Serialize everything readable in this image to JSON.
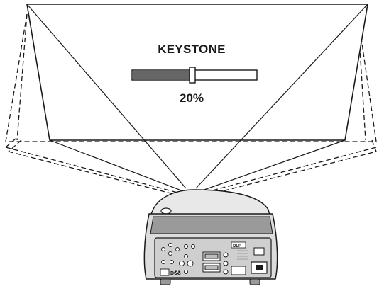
{
  "osd": {
    "title": "KEYSTONE",
    "value_label": "20%",
    "slider_fraction": 0.48
  },
  "projector": {
    "badge_text": "DLP",
    "port_label": "DCS"
  },
  "colors": {
    "line": "#1a1a1a",
    "slider_fill": "#666666",
    "projector_body": "#d9d9d9",
    "projector_shade": "#9a9a9a"
  }
}
